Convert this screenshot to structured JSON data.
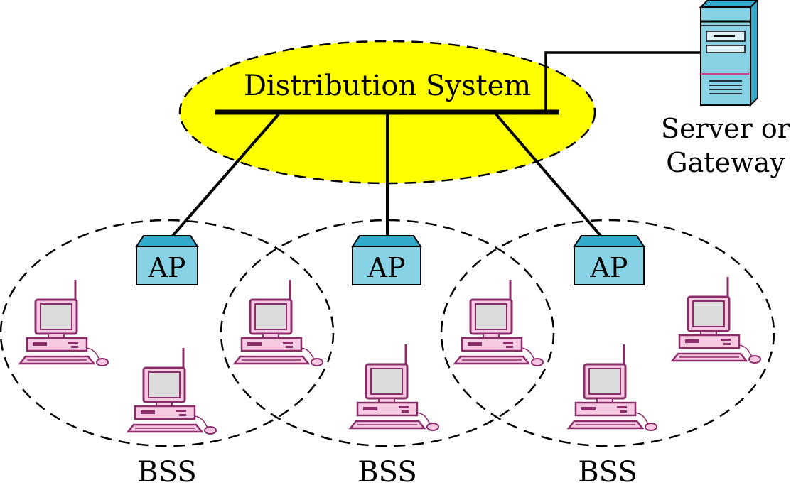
{
  "distribution_system": {
    "label": "Distribution System",
    "fill_color": "#ffff00"
  },
  "server": {
    "label_line1": "Server or",
    "label_line2": "Gateway",
    "icon": "server-tower-icon",
    "body_color": "#87d3e5",
    "top_color": "#33a9c9"
  },
  "access_points": [
    {
      "label": "AP"
    },
    {
      "label": "AP"
    },
    {
      "label": "AP"
    }
  ],
  "bss": [
    {
      "label": "BSS"
    },
    {
      "label": "BSS"
    },
    {
      "label": "BSS"
    }
  ],
  "ap_style": {
    "body_color": "#87d3e5",
    "top_color": "#33a9c9"
  },
  "station_style": {
    "icon": "desktop-computer-icon",
    "outline_color": "#8b2d6b",
    "body_color": "#f7c9e3",
    "screen_color": "#dcdcdc"
  }
}
